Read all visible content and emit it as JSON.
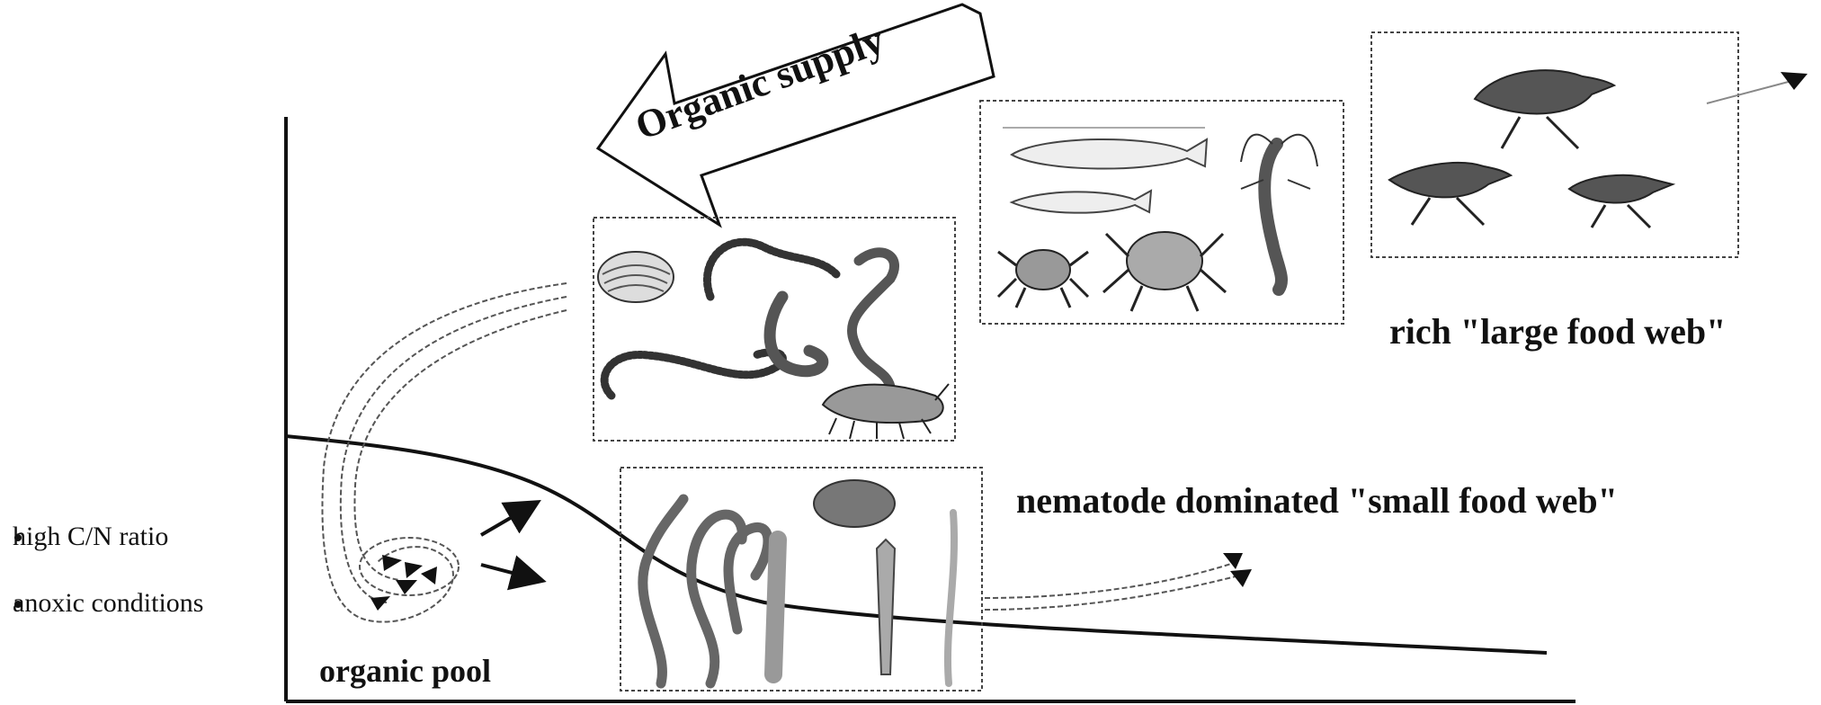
{
  "arrow_label": "Organic supply",
  "large_web_label": "rich \"large food web\"",
  "small_web_label": "nematode dominated \"small food web\"",
  "pool_label": "organic pool",
  "conditions": [
    "high C/N ratio",
    "anoxic conditions"
  ],
  "panels": {
    "macrofauna": [
      "clam-icon",
      "polychaete-worm-icon",
      "worm-icon",
      "amphipod-icon"
    ],
    "predators": [
      "fish-icon",
      "shrimp-icon",
      "crab-icon"
    ],
    "birds": [
      "shorebird-icon"
    ],
    "meiofauna": [
      "nematode-icon",
      "copepod-icon"
    ]
  },
  "colors": {
    "ink": "#111111",
    "grey": "#777777",
    "fill_grey": "#b8b8b8"
  }
}
